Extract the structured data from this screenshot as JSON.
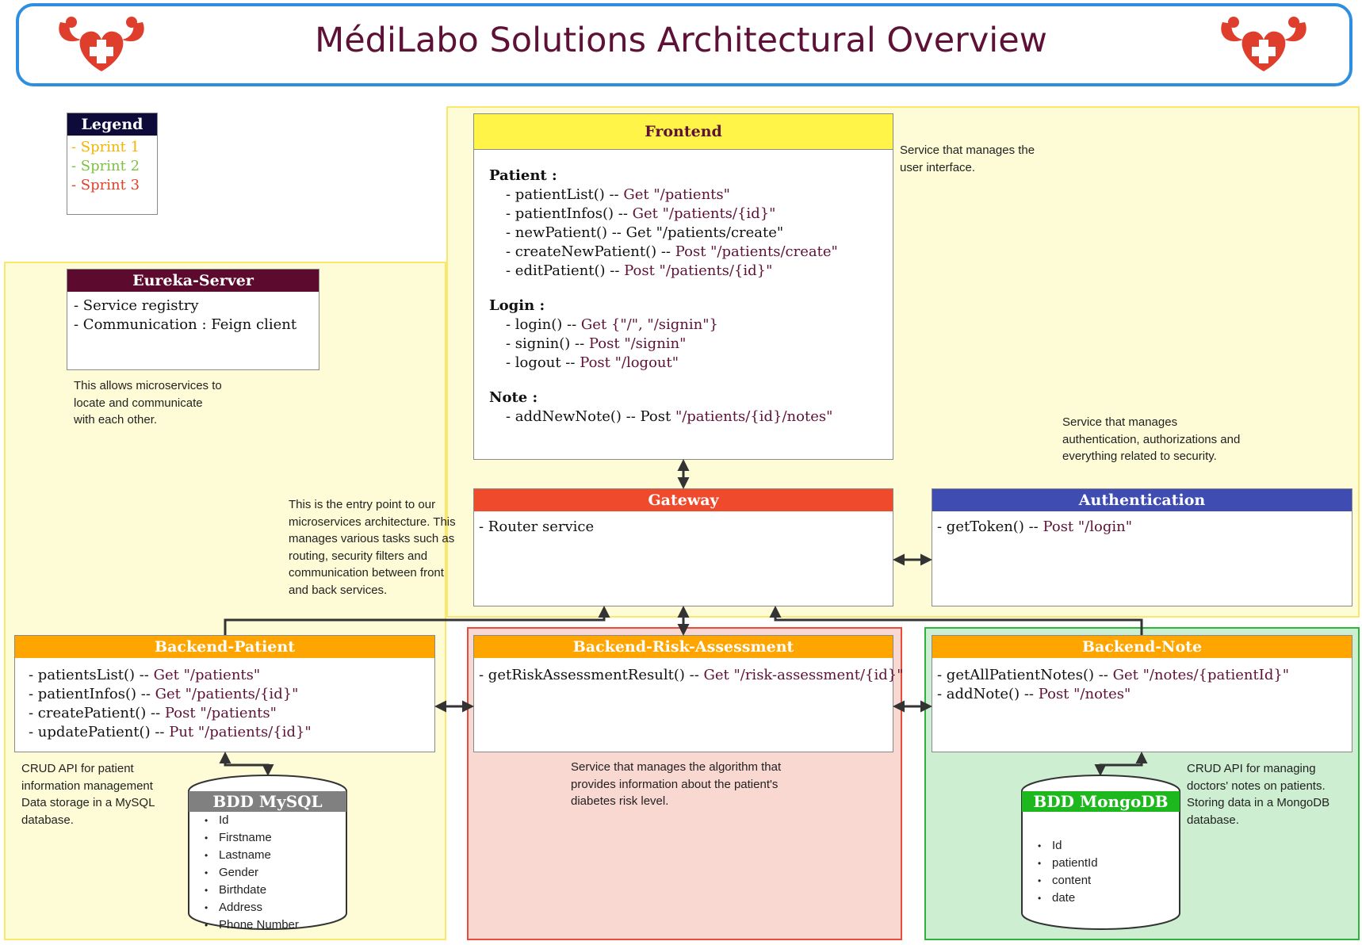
{
  "header": {
    "title": "MédiLabo Solutions Architectural Overview"
  },
  "colors": {
    "sprint1": "#f5b400",
    "sprint2": "#7cc242",
    "sprint3": "#e3412b",
    "title": "#5e1136",
    "logo": "#e03e2d",
    "frontend_head": "#fff447",
    "gateway_head": "#f04a2c",
    "auth_head": "#3f4db3",
    "backend_head": "#ffa500",
    "eureka_head": "#5c0a2e",
    "mysql_head": "#808080",
    "mongo_head": "#1db81d"
  },
  "legend": {
    "title": "Legend",
    "items": [
      "- Sprint 1",
      "- Sprint 2",
      "- Sprint 3"
    ]
  },
  "eureka": {
    "title": "Eureka-Server",
    "lines": [
      "- Service registry",
      "- Communication : Feign client"
    ],
    "note": "This allows microservices to locate and communicate with each other."
  },
  "frontend": {
    "title": "Frontend",
    "note": "Service that manages the user interface.",
    "sections": [
      {
        "heading": "Patient :",
        "lines": [
          [
            "- patientList() -- ",
            "Get \"/patients\""
          ],
          [
            "- patientInfos() -- ",
            "Get \"/patients/{id}\""
          ],
          [
            "- newPatient() -- Get \"/patients/create\"",
            ""
          ],
          [
            "- createNewPatient() -- ",
            "Post \"/patients/create\""
          ],
          [
            "- editPatient() -- ",
            "Post \"/patients/{id}\""
          ]
        ]
      },
      {
        "heading": "Login :",
        "lines": [
          [
            "- login() -- ",
            "Get {\"/\", \"/signin\"}"
          ],
          [
            "- signin() -- ",
            "Post \"/signin\""
          ],
          [
            "- logout -- ",
            "Post \"/logout\""
          ]
        ]
      },
      {
        "heading": "Note :",
        "lines": [
          [
            "- addNewNote() -- Post ",
            "\"/patients/{id}/notes\""
          ]
        ]
      }
    ]
  },
  "gateway": {
    "title": "Gateway",
    "lines": [
      "- Router service"
    ],
    "note": "This is the entry point to our microservices architecture. This manages various tasks such as routing, security filters and communication between front and back services."
  },
  "authentication": {
    "title": "Authentication",
    "line_prefix": "- getToken() -- ",
    "line_endpoint": "Post \"/login\"",
    "note": "Service that manages authentication, authorizations and everything related to security."
  },
  "backend_patient": {
    "title": "Backend-Patient",
    "lines": [
      [
        "- patientsList() -- ",
        "Get \"/patients\""
      ],
      [
        "- patientInfos() -- ",
        "Get \"/patients/{id}\""
      ],
      [
        "- createPatient() -- ",
        "Post \"/patients\""
      ],
      [
        "- updatePatient() -- ",
        "Put \"/patients/{id}\""
      ]
    ],
    "note": "CRUD API for patient information management Data storage in a MySQL database."
  },
  "backend_risk": {
    "title": "Backend-Risk-Assessment",
    "lines": [
      [
        "- getRiskAssessmentResult() -- ",
        "Get \"/risk-assessment/{id}\""
      ]
    ],
    "note": "Service that manages the algorithm that provides information about the patient's diabetes risk level."
  },
  "backend_note": {
    "title": "Backend-Note",
    "lines": [
      [
        "- getAllPatientNotes() -- ",
        "Get \"/notes/{patientId}\""
      ],
      [
        "- addNote() -- ",
        "Post \"/notes\""
      ]
    ],
    "note": "CRUD API for managing doctors' notes on patients. Storing data in a MongoDB database."
  },
  "mysql": {
    "title": "BDD MySQL",
    "fields": [
      "Id",
      "Firstname",
      "Lastname",
      "Gender",
      "Birthdate",
      "Address",
      "Phone Number"
    ]
  },
  "mongodb": {
    "title": "BDD MongoDB",
    "fields": [
      "Id",
      "patientId",
      "content",
      "date"
    ]
  }
}
